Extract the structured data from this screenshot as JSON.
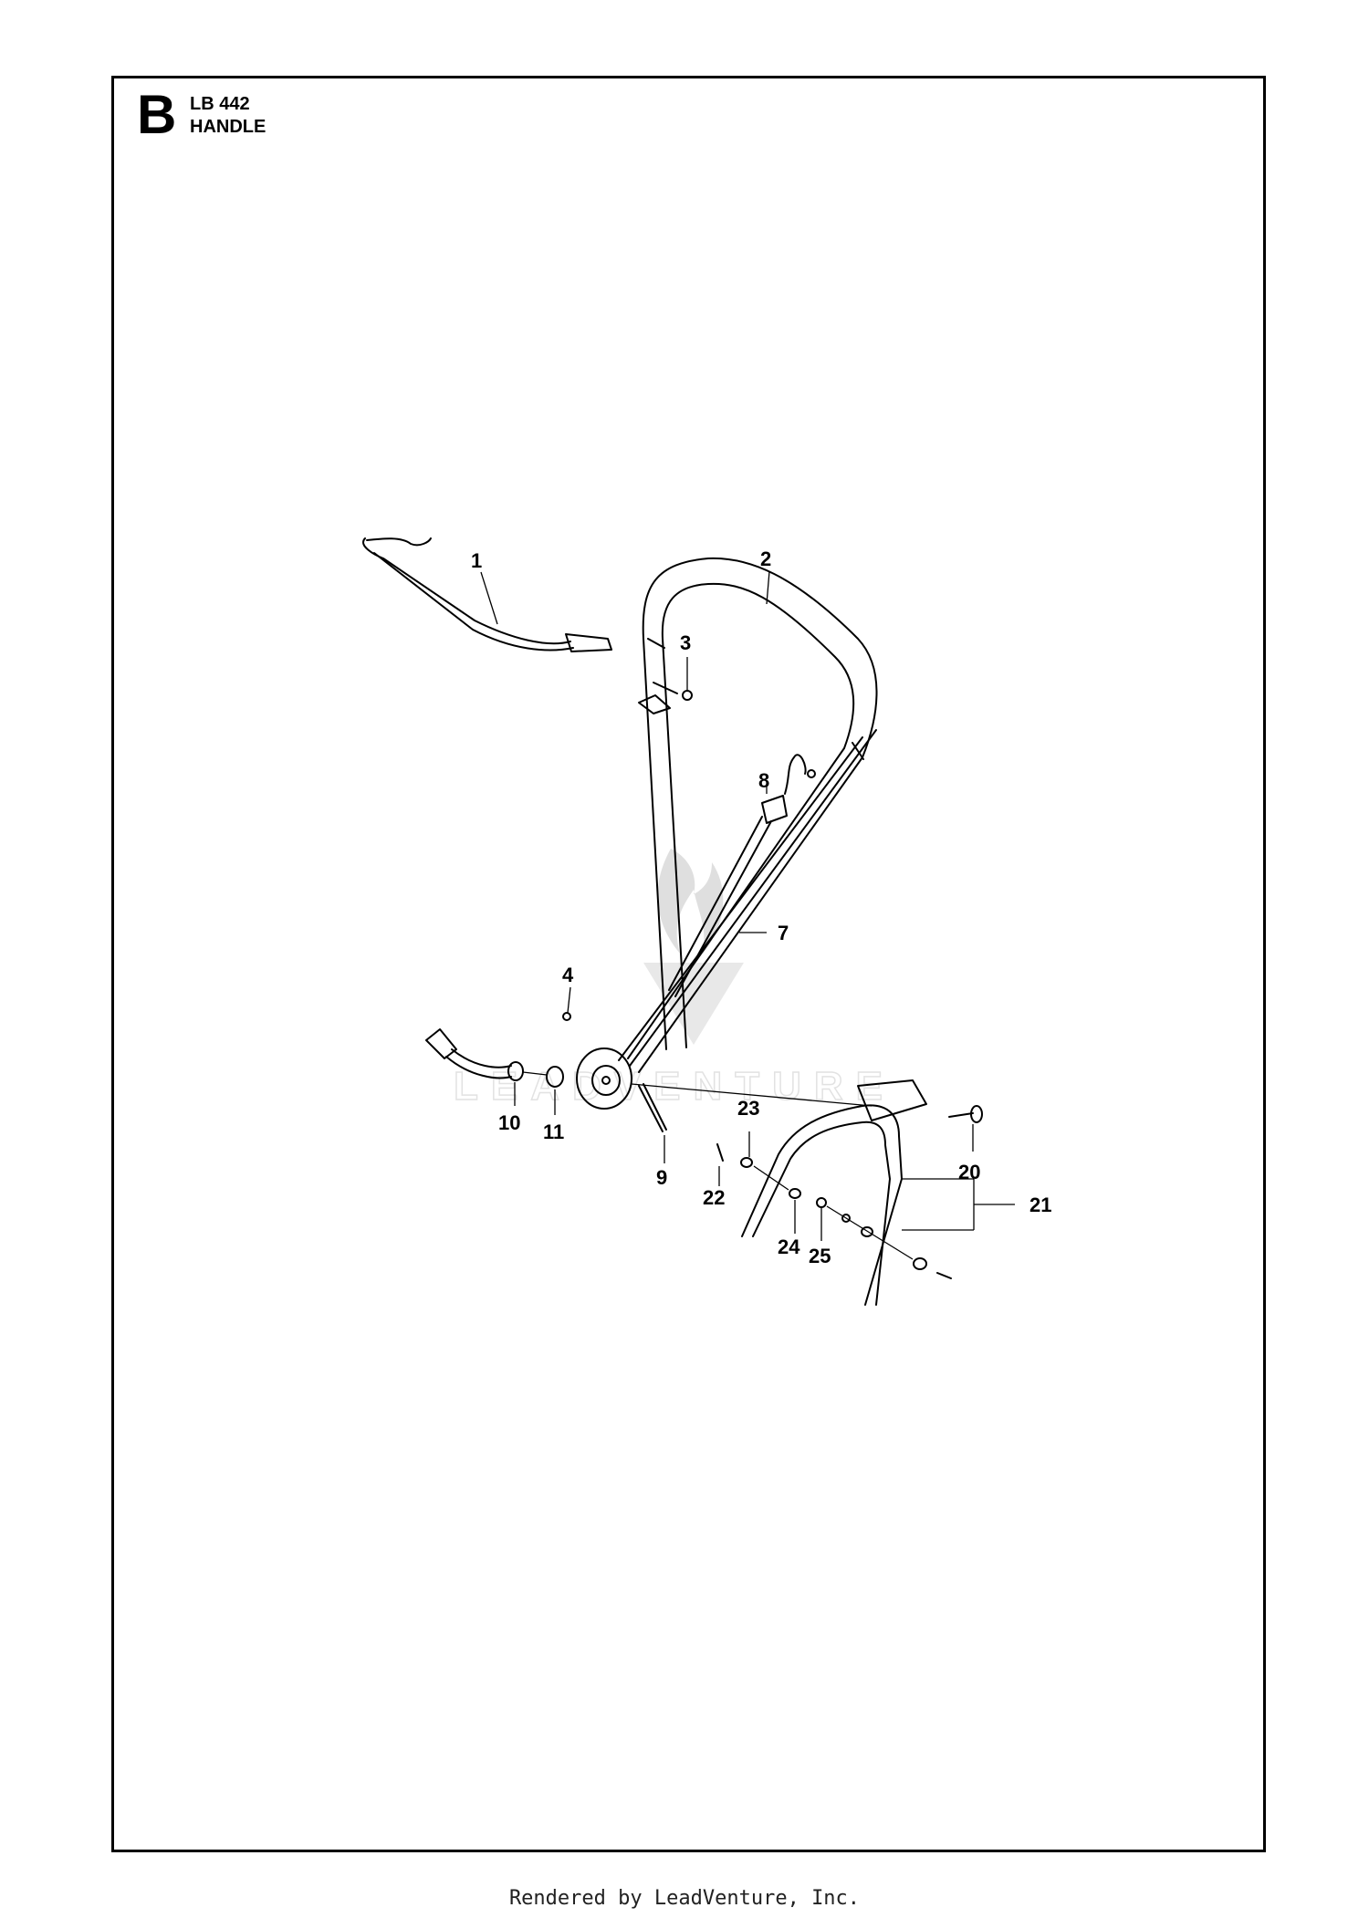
{
  "header": {
    "section_letter": "B",
    "model": "LB 442",
    "title": "HANDLE"
  },
  "callouts": [
    "1",
    "2",
    "3",
    "4",
    "7",
    "8",
    "9",
    "10",
    "11",
    "20",
    "21",
    "22",
    "23",
    "24",
    "25"
  ],
  "watermark": {
    "text": "LEADVENTURE"
  },
  "footer": {
    "text": "Rendered by LeadVenture, Inc."
  }
}
